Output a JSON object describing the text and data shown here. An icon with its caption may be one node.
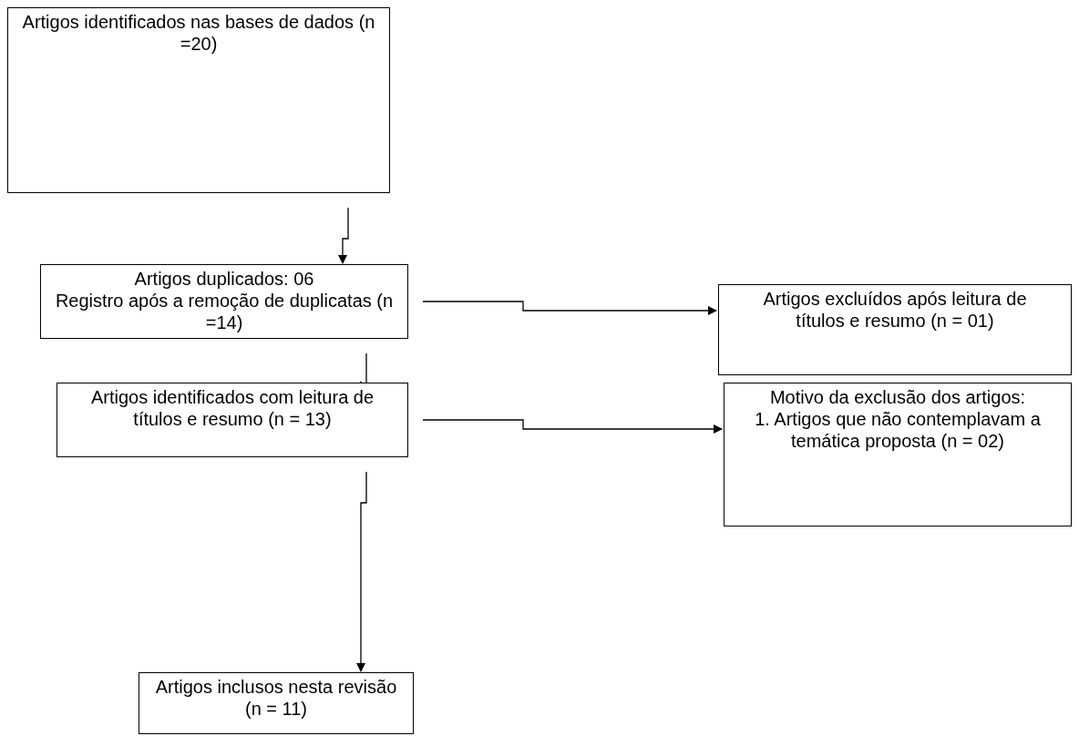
{
  "diagram": {
    "nodes": [
      {
        "text": [
          "Artigos identificados nas bases de dados (n =20)"
        ]
      },
      {
        "text": [
          "Artigos duplicados: 06",
          "Registro após a remoção de duplicatas (n =14)"
        ]
      },
      {
        "text": [
          "Artigos excluídos após leitura de títulos e resumo (n = 01)"
        ]
      },
      {
        "text": [
          "Artigos identificados com leitura de títulos e resumo (n = 13)"
        ]
      },
      {
        "text": [
          "Motivo da exclusão dos artigos:",
          "1. Artigos que não contemplavam a temática proposta (n = 02)"
        ]
      },
      {
        "text": [
          "Artigos inclusos nesta revisão (n = 11)"
        ]
      }
    ],
    "edges": [
      {
        "from": 0,
        "to": 1,
        "arrow": "to"
      },
      {
        "from": 1,
        "to": 2,
        "arrow": "to"
      },
      {
        "from": 1,
        "to": 3,
        "arrow": "to"
      },
      {
        "from": 3,
        "to": 4,
        "arrow": "to"
      },
      {
        "from": 3,
        "to": 5,
        "arrow": "to"
      }
    ]
  }
}
